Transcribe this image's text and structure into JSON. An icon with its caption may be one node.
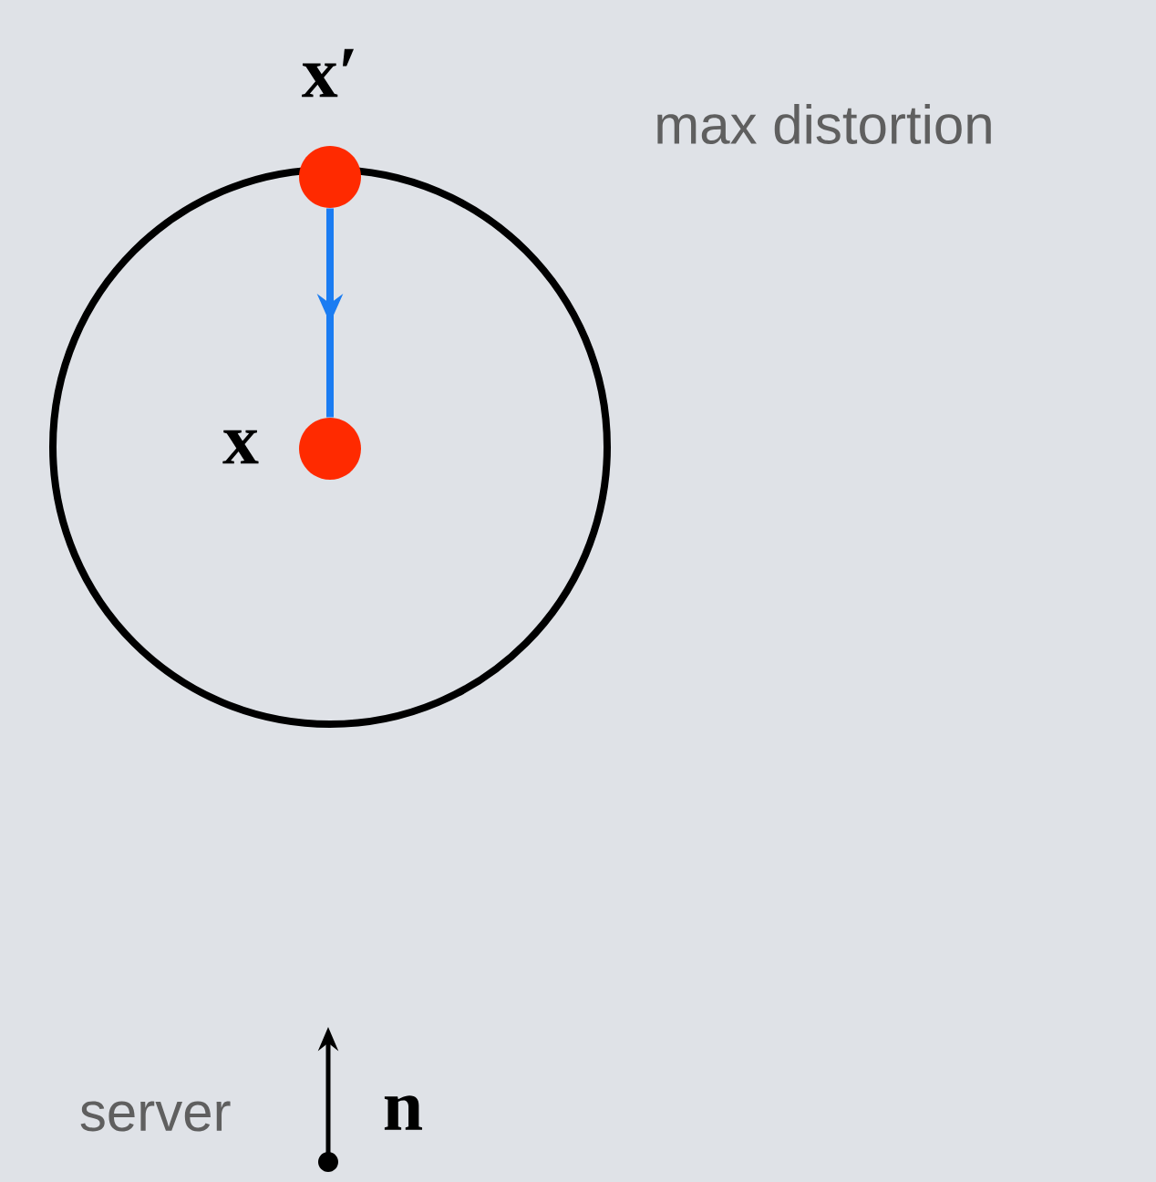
{
  "diagram": {
    "nodes": [
      {
        "text": [],
        "shape": "circle",
        "beside": [
          "x′"
        ]
      },
      {
        "text": [],
        "shape": "circle",
        "beside": [
          "x"
        ]
      }
    ],
    "edges": [
      {
        "from": 0,
        "to": 1,
        "arrow": "to",
        "color": "#1a7cf2"
      }
    ],
    "labels": [
      "max distortion",
      "server",
      "n"
    ]
  }
}
